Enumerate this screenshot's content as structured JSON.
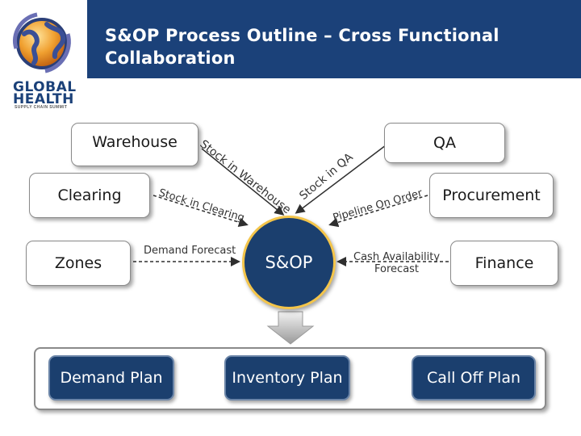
{
  "header": {
    "title_line1": "S&OP Process Outline – Cross Functional",
    "title_line2": "Collaboration"
  },
  "logo": {
    "line1": "GLOBAL",
    "line2": "HEALTH",
    "tagline": "SUPPLY CHAIN SUMMIT"
  },
  "nodes": {
    "warehouse": "Warehouse",
    "clearing": "Clearing",
    "zones": "Zones",
    "qa": "QA",
    "procurement": "Procurement",
    "finance": "Finance",
    "sop": "S&OP"
  },
  "flows": {
    "stock_in_warehouse": "Stock in Warehouse",
    "stock_in_clearing": "Stock in Clearing",
    "demand_forecast": "Demand Forecast",
    "stock_in_qa": "Stock in QA",
    "pipeline_on_order": "Pipeline On Order",
    "cash_availability_forecast_l1": "Cash Availability",
    "cash_availability_forecast_l2": "Forecast"
  },
  "plans": {
    "demand": "Demand Plan",
    "inventory": "Inventory Plan",
    "call_off": "Call Off Plan"
  },
  "colors": {
    "navy": "#1b3f6e",
    "header_band": "#1b4179",
    "sop_ring": "#f4c54a",
    "connector": "#2f2f2f"
  }
}
